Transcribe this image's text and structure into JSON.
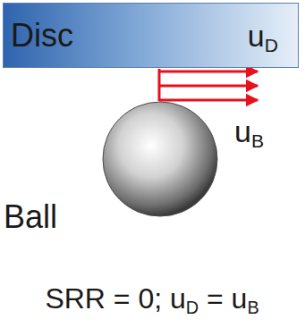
{
  "diagram": {
    "nodes": [
      {
        "text": [
          "Disc",
          "uD"
        ]
      },
      {
        "text": [
          "Ball"
        ]
      }
    ],
    "labels": [
      "uB",
      "SRR = 0; uD = uB"
    ]
  }
}
